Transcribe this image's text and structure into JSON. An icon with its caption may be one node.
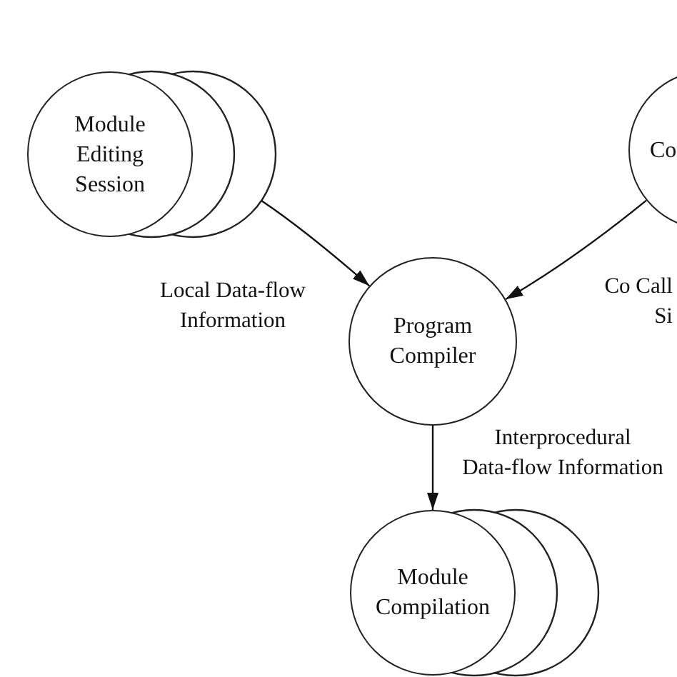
{
  "diagram": {
    "nodes": [
      {
        "text": [
          "Module Editing Session"
        ]
      },
      {
        "text": [
          "Co"
        ]
      },
      {
        "text": [
          "Program Compiler"
        ]
      },
      {
        "text": [
          "Module Compilation"
        ]
      }
    ],
    "edges": [
      {
        "from": 0,
        "to": 2,
        "arrow": "to",
        "label": "Local Data-flow Information"
      },
      {
        "from": 1,
        "to": 2,
        "arrow": "to",
        "label": "Co Call Si"
      },
      {
        "from": 2,
        "to": 3,
        "arrow": "to",
        "label": "Interprocedural Data-flow Information"
      }
    ]
  }
}
